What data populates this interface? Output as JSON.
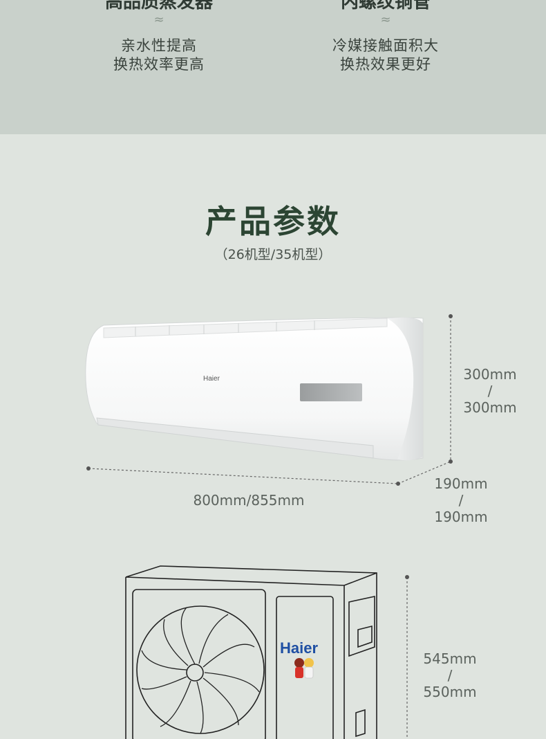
{
  "features": [
    {
      "title": "高品质蒸发器",
      "line1": "亲水性提高",
      "line2": "换热效率更高",
      "wave": "≈"
    },
    {
      "title": "内螺纹铜管",
      "line1": "冷媒接触面积大",
      "line2": "换热效果更好",
      "wave": "≈"
    }
  ],
  "section": {
    "title": "产品参数",
    "subtitle": "（26机型/35机型）"
  },
  "indoor_unit": {
    "brand": "Haier",
    "height_a": "300mm",
    "height_sep": "/",
    "height_b": "300mm",
    "depth_a": "190mm",
    "depth_sep": "/",
    "depth_b": "190mm",
    "width": "800mm/855mm"
  },
  "outdoor_unit": {
    "brand": "Haier",
    "height_a": "545mm",
    "height_sep": "/",
    "height_b": "550mm"
  },
  "colors": {
    "top_band": "#c9d1cb",
    "background": "#dfe4df",
    "title": "#2c4533",
    "brand_blue": "#1f4fa3"
  }
}
